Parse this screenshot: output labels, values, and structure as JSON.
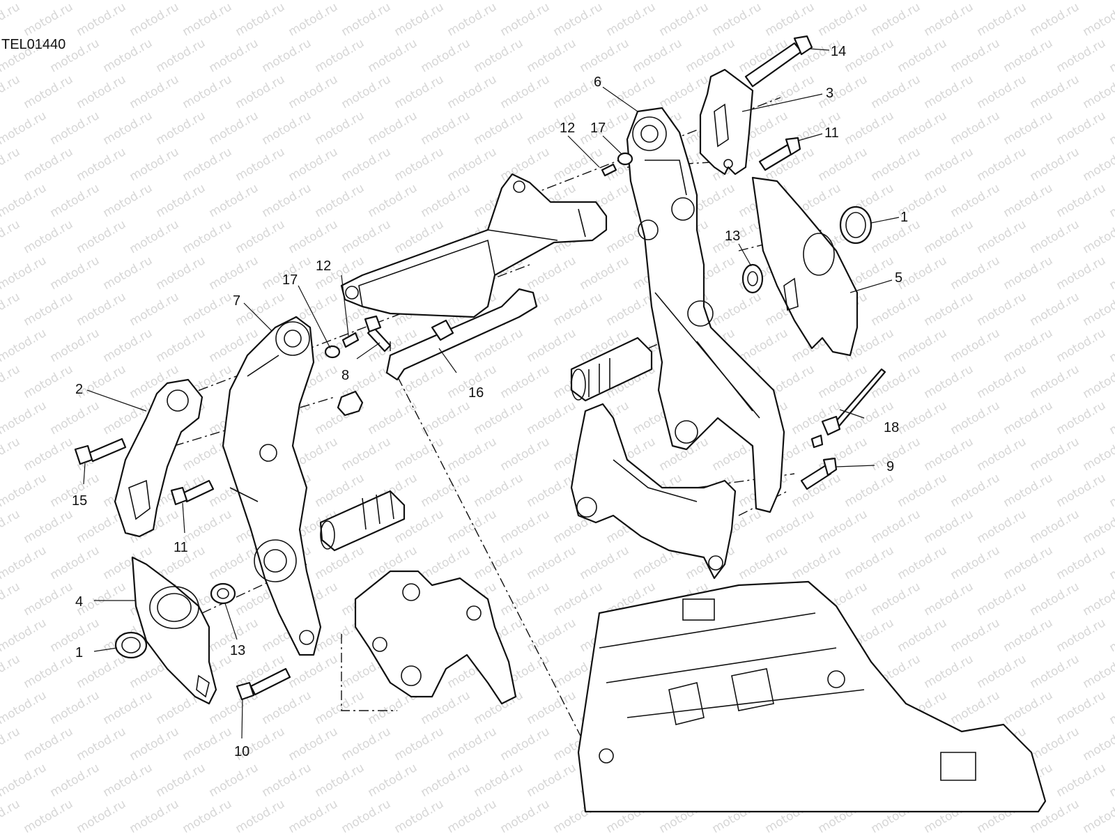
{
  "drawing_code": "TEL01440",
  "watermark_text": "motod.ru",
  "callouts": [
    {
      "id": "c14",
      "label": "14"
    },
    {
      "id": "c3",
      "label": "3"
    },
    {
      "id": "c6",
      "label": "6"
    },
    {
      "id": "c12a",
      "label": "12"
    },
    {
      "id": "c17a",
      "label": "17"
    },
    {
      "id": "c11a",
      "label": "11"
    },
    {
      "id": "c1a",
      "label": "1"
    },
    {
      "id": "c13a",
      "label": "13"
    },
    {
      "id": "c5",
      "label": "5"
    },
    {
      "id": "c12b",
      "label": "12"
    },
    {
      "id": "c17b",
      "label": "17"
    },
    {
      "id": "c7",
      "label": "7"
    },
    {
      "id": "c8",
      "label": "8"
    },
    {
      "id": "c16",
      "label": "16"
    },
    {
      "id": "c2",
      "label": "2"
    },
    {
      "id": "c15",
      "label": "15"
    },
    {
      "id": "c11b",
      "label": "11"
    },
    {
      "id": "c18",
      "label": "18"
    },
    {
      "id": "c9",
      "label": "9"
    },
    {
      "id": "c4",
      "label": "4"
    },
    {
      "id": "c1b",
      "label": "1"
    },
    {
      "id": "c13b",
      "label": "13"
    },
    {
      "id": "c10",
      "label": "10"
    }
  ]
}
